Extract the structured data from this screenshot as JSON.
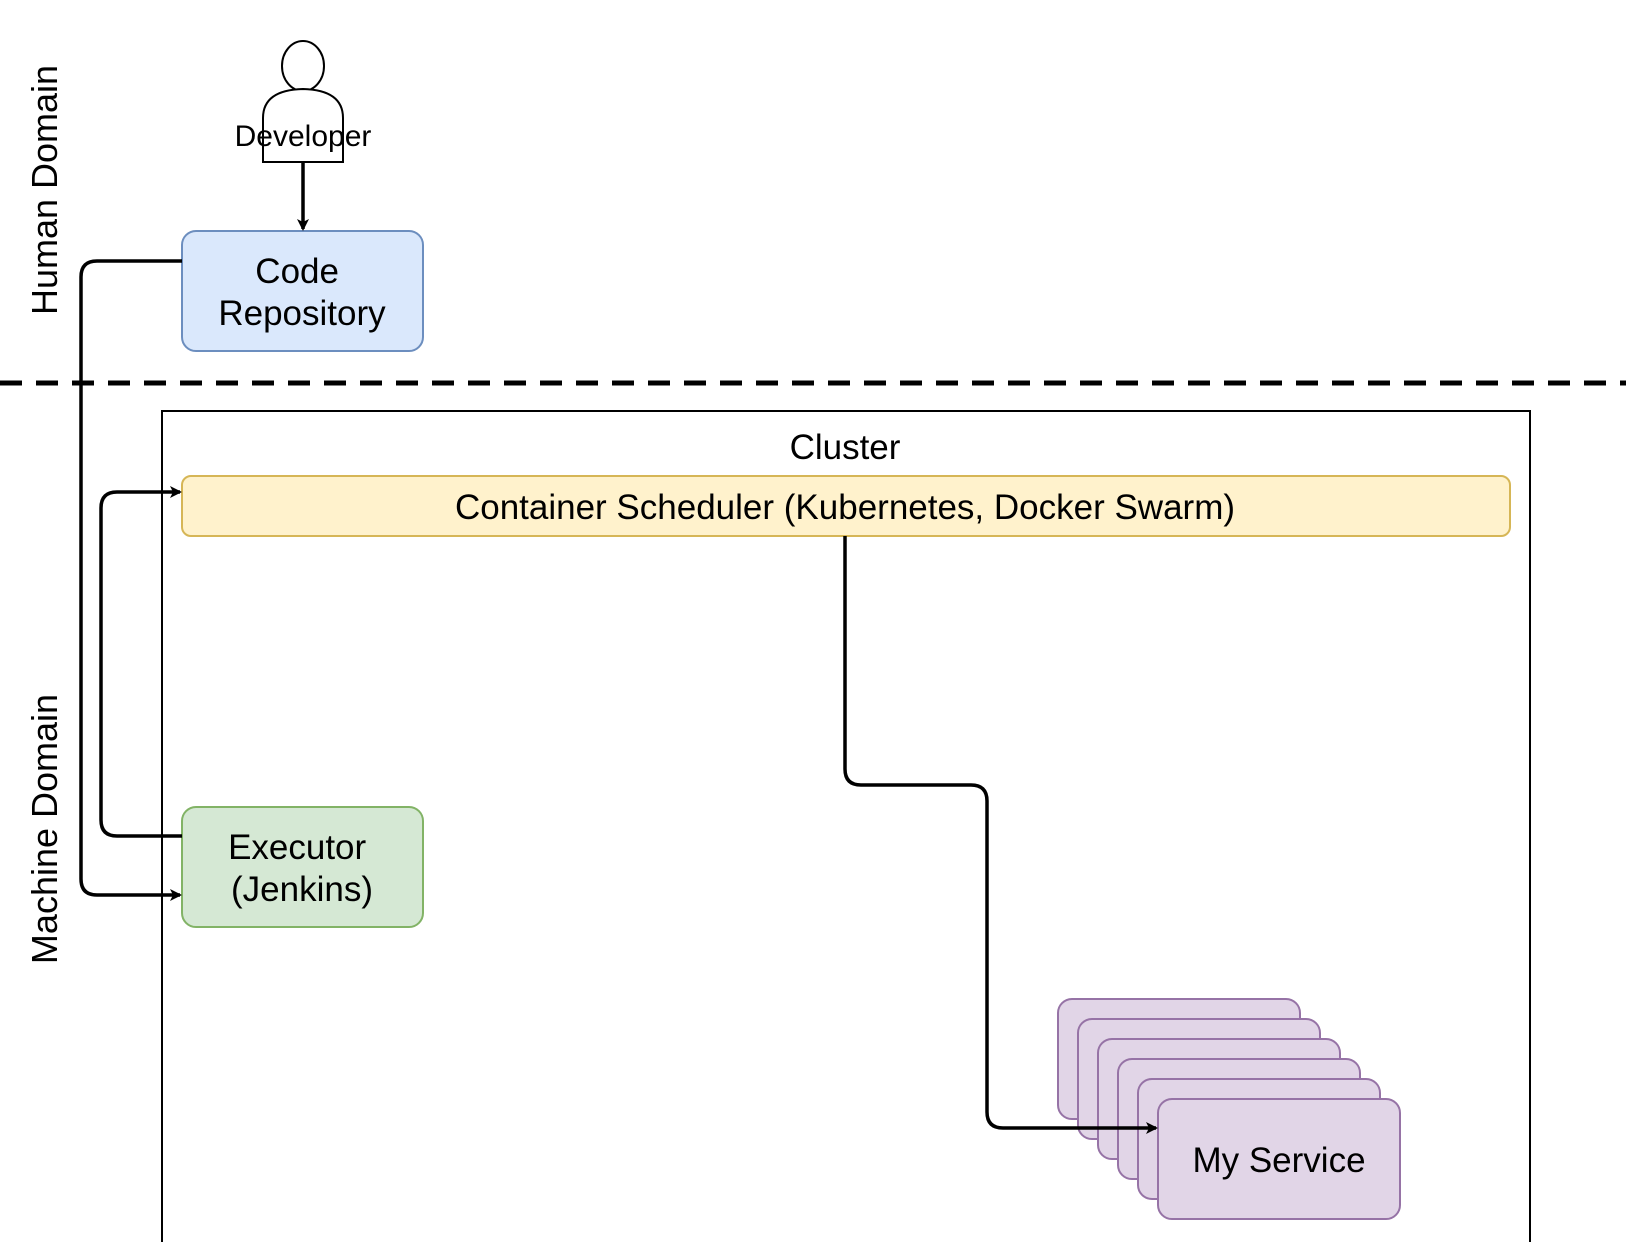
{
  "lanes": {
    "human": "Human Domain",
    "machine": "Machine Domain"
  },
  "actor": {
    "label": "Developer"
  },
  "nodes": {
    "code_repository": [
      "Code",
      "Repository"
    ],
    "executor": [
      "Executor",
      "(Jenkins)"
    ],
    "cluster": "Cluster",
    "scheduler": "Container Scheduler (Kubernetes, Docker Swarm)",
    "service": "My Service"
  },
  "colors": {
    "code_repository_fill": "#dae8fc",
    "code_repository_stroke": "#6c8ebf",
    "executor_fill": "#d5e8d4",
    "executor_stroke": "#82b366",
    "scheduler_fill": "#fff2cc",
    "scheduler_stroke": "#d6b656",
    "service_fill": "#e1d5e7",
    "service_stroke": "#9673a6",
    "edge": "#000000"
  }
}
